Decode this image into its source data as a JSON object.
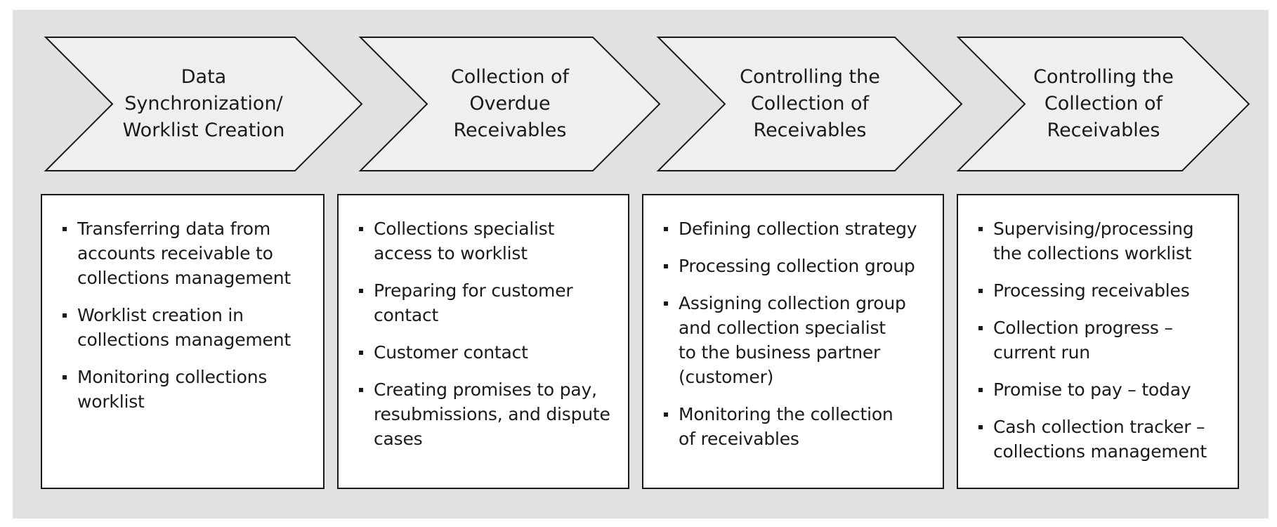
{
  "colors": {
    "panel_background": "#e1e1e1",
    "chevron_fill": "#efefef",
    "outline": "#1a1a1a",
    "card_background": "#ffffff"
  },
  "stages": [
    {
      "title": "Data\nSynchronization/\nWorklist Creation",
      "items": [
        "Transferring data from\n accounts receivable to\n collections management",
        "Worklist creation in\n collections management",
        "Monitoring collections\n worklist"
      ]
    },
    {
      "title": "Collection of\nOverdue\nReceivables",
      "items": [
        "Collections specialist\n access to worklist",
        "Preparing for customer\n contact",
        "Customer contact",
        "Creating promises to pay,\n resubmissions, and dispute\n cases"
      ]
    },
    {
      "title": "Controlling the\nCollection of\nReceivables",
      "items": [
        "Defining collection strategy",
        "Processing collection group",
        "Assigning collection group\n and collection specialist\n to the business partner\n (customer)",
        "Monitoring the collection\n of receivables"
      ]
    },
    {
      "title": "Controlling the\nCollection of\nReceivables",
      "items": [
        "Supervising/processing\n the collections worklist",
        "Processing receivables",
        "Collection progress –\n current run",
        "Promise to pay – today",
        "Cash collection tracker –\n collections management"
      ]
    }
  ]
}
